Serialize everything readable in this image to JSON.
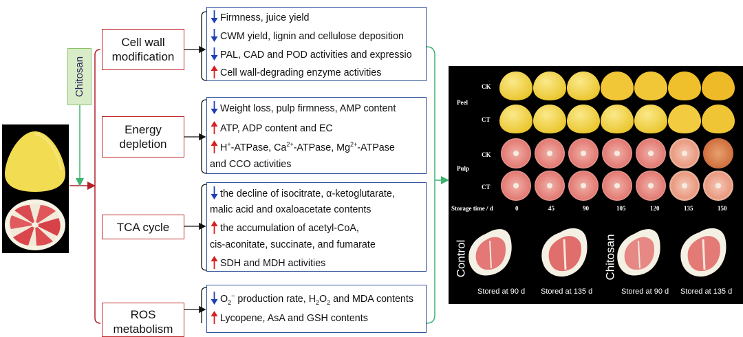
{
  "treatment_label": "Chitosan",
  "categories": [
    {
      "label": "Cell wall modification"
    },
    {
      "label": "Energy depletion"
    },
    {
      "label": "TCA cycle"
    },
    {
      "label": "ROS metabolism"
    }
  ],
  "effects": {
    "cell_wall": [
      {
        "dir": "down",
        "text": "Firmness, juice yield"
      },
      {
        "dir": "down",
        "text": "CWM yield, lignin and cellulose deposition"
      },
      {
        "dir": "down",
        "text": "PAL, CAD and POD activities and expressio"
      },
      {
        "dir": "up",
        "text": "Cell wall-degrading enzyme activities"
      }
    ],
    "energy": [
      {
        "dir": "down",
        "text": "Weight loss, pulp firmness, AMP content"
      },
      {
        "dir": "up",
        "text": "ATP, ADP content and EC"
      }
    ],
    "energy_atpase": {
      "dir": "up",
      "p1": "H",
      "s1": "+",
      "p2": "-ATPase, Ca",
      "s2": "2+",
      "p3": "-ATPase, Mg",
      "s3": "2+",
      "p4": "-ATPase",
      "continuation": "and CCO activities"
    },
    "tca": [
      {
        "dir": "down",
        "text": "the decline of isocitrate, α-ketoglutarate,"
      },
      {
        "dir": "none",
        "text": "malic acid and oxaloacetate contents"
      },
      {
        "dir": "up",
        "text": "the accumulation of acetyl-CoA,"
      },
      {
        "dir": "none",
        "text": "cis-aconitate, succinate, and fumarate"
      },
      {
        "dir": "up",
        "text": "SDH and MDH activities"
      }
    ],
    "ros_o2": {
      "dir": "down",
      "o2": "O",
      "o2_sub": "2",
      "o2_sup": "−",
      "rest": " production rate, H",
      "h2o2_sub1": "2",
      "h2o2_mid": "O",
      "h2o2_sub2": "2",
      "tail": " and MDA contents"
    },
    "ros": [
      {
        "dir": "up",
        "text": "Lycopene, AsA and GSH contents"
      }
    ]
  },
  "photo_panel": {
    "row_labels": {
      "peel": "Peel",
      "pulp": "Pulp",
      "ck": "CK",
      "ct": "CT"
    },
    "storage_label": "Storage time / d",
    "days": [
      "0",
      "45",
      "90",
      "105",
      "120",
      "135",
      "150"
    ],
    "control_label": "Control",
    "chitosan_label": "Chitosan",
    "captions": [
      "Stored at 90 d",
      "Stored at 135 d",
      "Stored at 90 d",
      "Stored at 135 d"
    ]
  },
  "colors": {
    "category_border": "#c0282b",
    "effect_border": "#2b4f9a",
    "down_arrow": "#1f3fb5",
    "up_arrow": "#d42020",
    "chitosan_fill": "#d9ecc8",
    "chitosan_border": "#8cc26a",
    "flow_red": "#b2202a",
    "flow_green": "#3cb371"
  }
}
